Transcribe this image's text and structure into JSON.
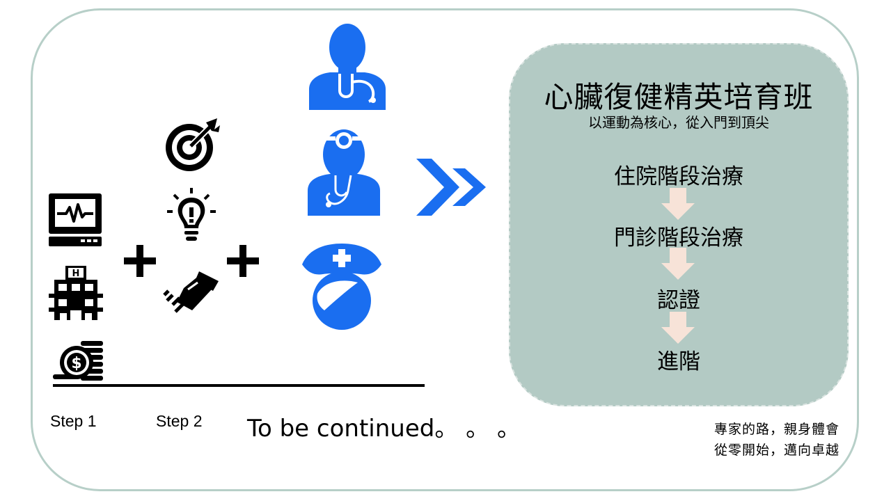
{
  "left": {
    "step1_label": "Step 1",
    "step2_label": "Step 2",
    "continued_text": "To be continued。 。 。",
    "icons": {
      "step1": [
        "ecg-monitor-icon",
        "hospital-building-icon",
        "money-coins-icon"
      ],
      "step2": [
        "target-dart-icon",
        "lightbulb-icon",
        "handshake-icon"
      ],
      "people": [
        "doctor-icon",
        "physician-headlamp-icon",
        "nurse-icon"
      ]
    }
  },
  "right": {
    "title": "心臟復健精英培育班",
    "subtitle": "以運動為核心，從入門到頂尖",
    "stages": [
      "住院階段治療",
      "門診階段治療",
      "認證",
      "進階"
    ],
    "slogan_line1": "專家的路，親身體會",
    "slogan_line2": "從零開始，邁向卓越"
  },
  "colors": {
    "frame_border": "#b7cfc8",
    "panel_bg": "#b3cac4",
    "accent_blue": "#1a6ef0",
    "down_arrow": "#f7e3d8"
  }
}
